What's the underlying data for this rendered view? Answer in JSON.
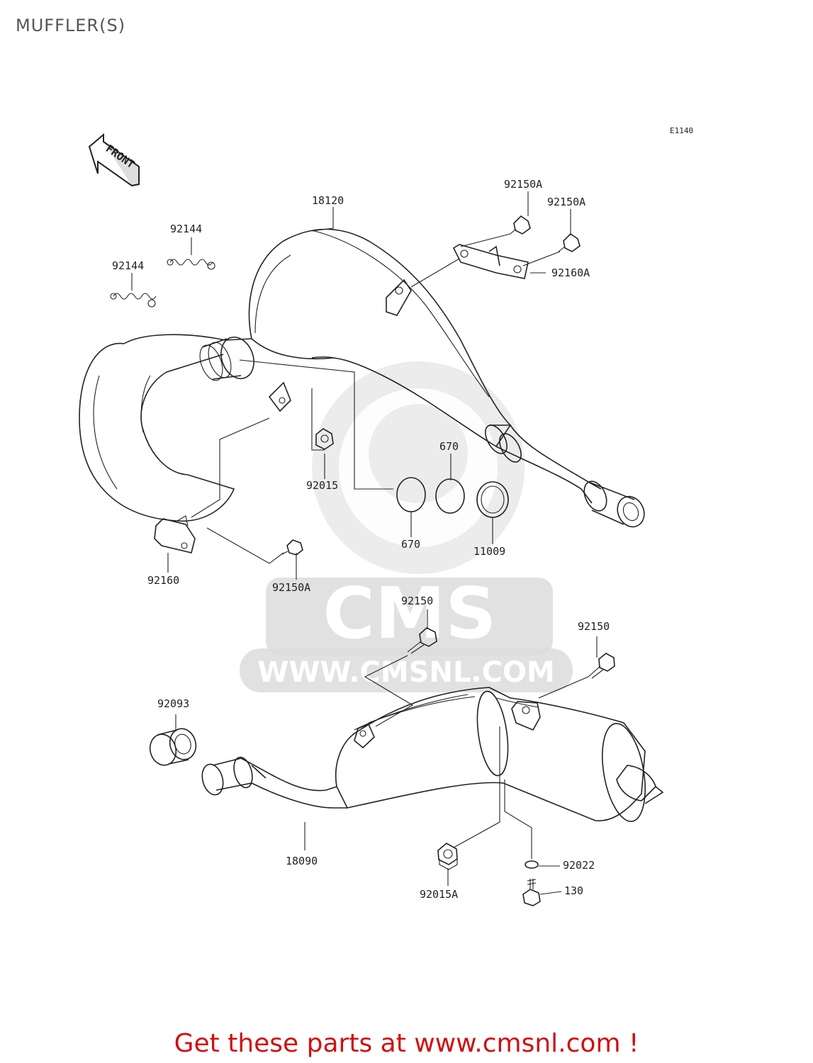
{
  "title": "MUFFLER(S)",
  "diagram_code": "E1140",
  "front_label": "FRONT",
  "watermark": {
    "logo_text": "CMS",
    "url_text": "WWW.CMSNL.COM"
  },
  "parts": {
    "chamber": "18120",
    "spring_a": "92144",
    "spring_b": "92144",
    "bolt_top_a": "92150A",
    "bolt_top_b": "92150A",
    "bracket_top": "92160A",
    "nut_92015": "92015",
    "oring_a": "670",
    "oring_b": "670",
    "gasket": "11009",
    "bracket_left": "92160",
    "bolt_left": "92150A",
    "bolt_mid": "92150",
    "bolt_right": "92150",
    "collar": "92093",
    "pipe": "18090",
    "nut_92015a": "92015A",
    "washer": "92022",
    "screw": "130"
  },
  "footer": "Get these parts at www.cmsnl.com !"
}
